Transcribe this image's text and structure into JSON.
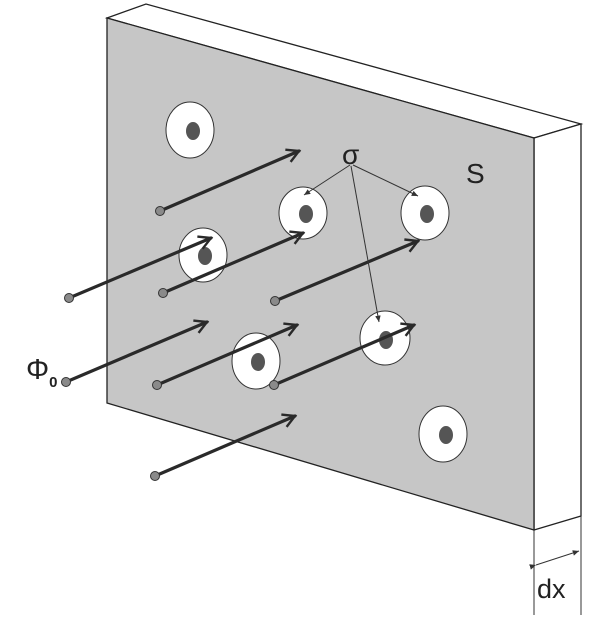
{
  "labels": {
    "flux": "Φ",
    "flux_subscript": "0",
    "cross_section": "σ",
    "area": "S",
    "thickness": "dx"
  },
  "colors": {
    "slab_face": "#c6c6c6",
    "slab_side": "#ffffff",
    "nucleus_fill": "#555555",
    "ring_fill": "#ffffff",
    "beam": "#2a2a2a",
    "source_dot": "#8a8a8a"
  },
  "icons": {
    "target_nucleus": "target-nucleus-icon",
    "particle_source": "source-dot-icon",
    "beam_arrow": "arrow-icon"
  }
}
